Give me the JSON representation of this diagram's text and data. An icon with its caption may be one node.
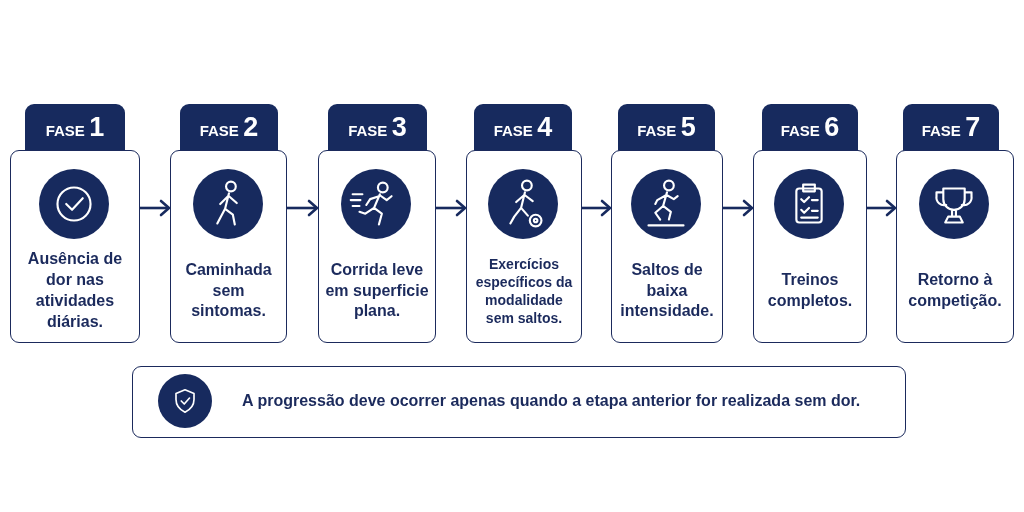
{
  "diagram": {
    "nodes": [
      {
        "text": [
          "FASE 1",
          "Ausência de dor nas atividades diárias."
        ]
      },
      {
        "text": [
          "FASE 2",
          "Caminhada sem sintomas."
        ]
      },
      {
        "text": [
          "FASE 3",
          "Corrida leve em superficie plana."
        ]
      },
      {
        "text": [
          "FASE 4",
          "Exercícios específicos da modalidade sem saltos."
        ]
      },
      {
        "text": [
          "FASE 5",
          "Saltos de baixa intensidade."
        ]
      },
      {
        "text": [
          "FASE 6",
          "Treinos completos."
        ]
      },
      {
        "text": [
          "FASE 7",
          "Retorno à competição."
        ]
      },
      {
        "text": [
          "A progressão deve ocorrer apenas quando a etapa anterior for realizada sem dor."
        ]
      }
    ],
    "edges": [
      {
        "from": 0,
        "to": 1,
        "arrow": "to"
      },
      {
        "from": 1,
        "to": 2,
        "arrow": "to"
      },
      {
        "from": 2,
        "to": 3,
        "arrow": "to"
      },
      {
        "from": 3,
        "to": 4,
        "arrow": "to"
      },
      {
        "from": 4,
        "to": 5,
        "arrow": "to"
      },
      {
        "from": 5,
        "to": 6,
        "arrow": "to"
      }
    ]
  }
}
